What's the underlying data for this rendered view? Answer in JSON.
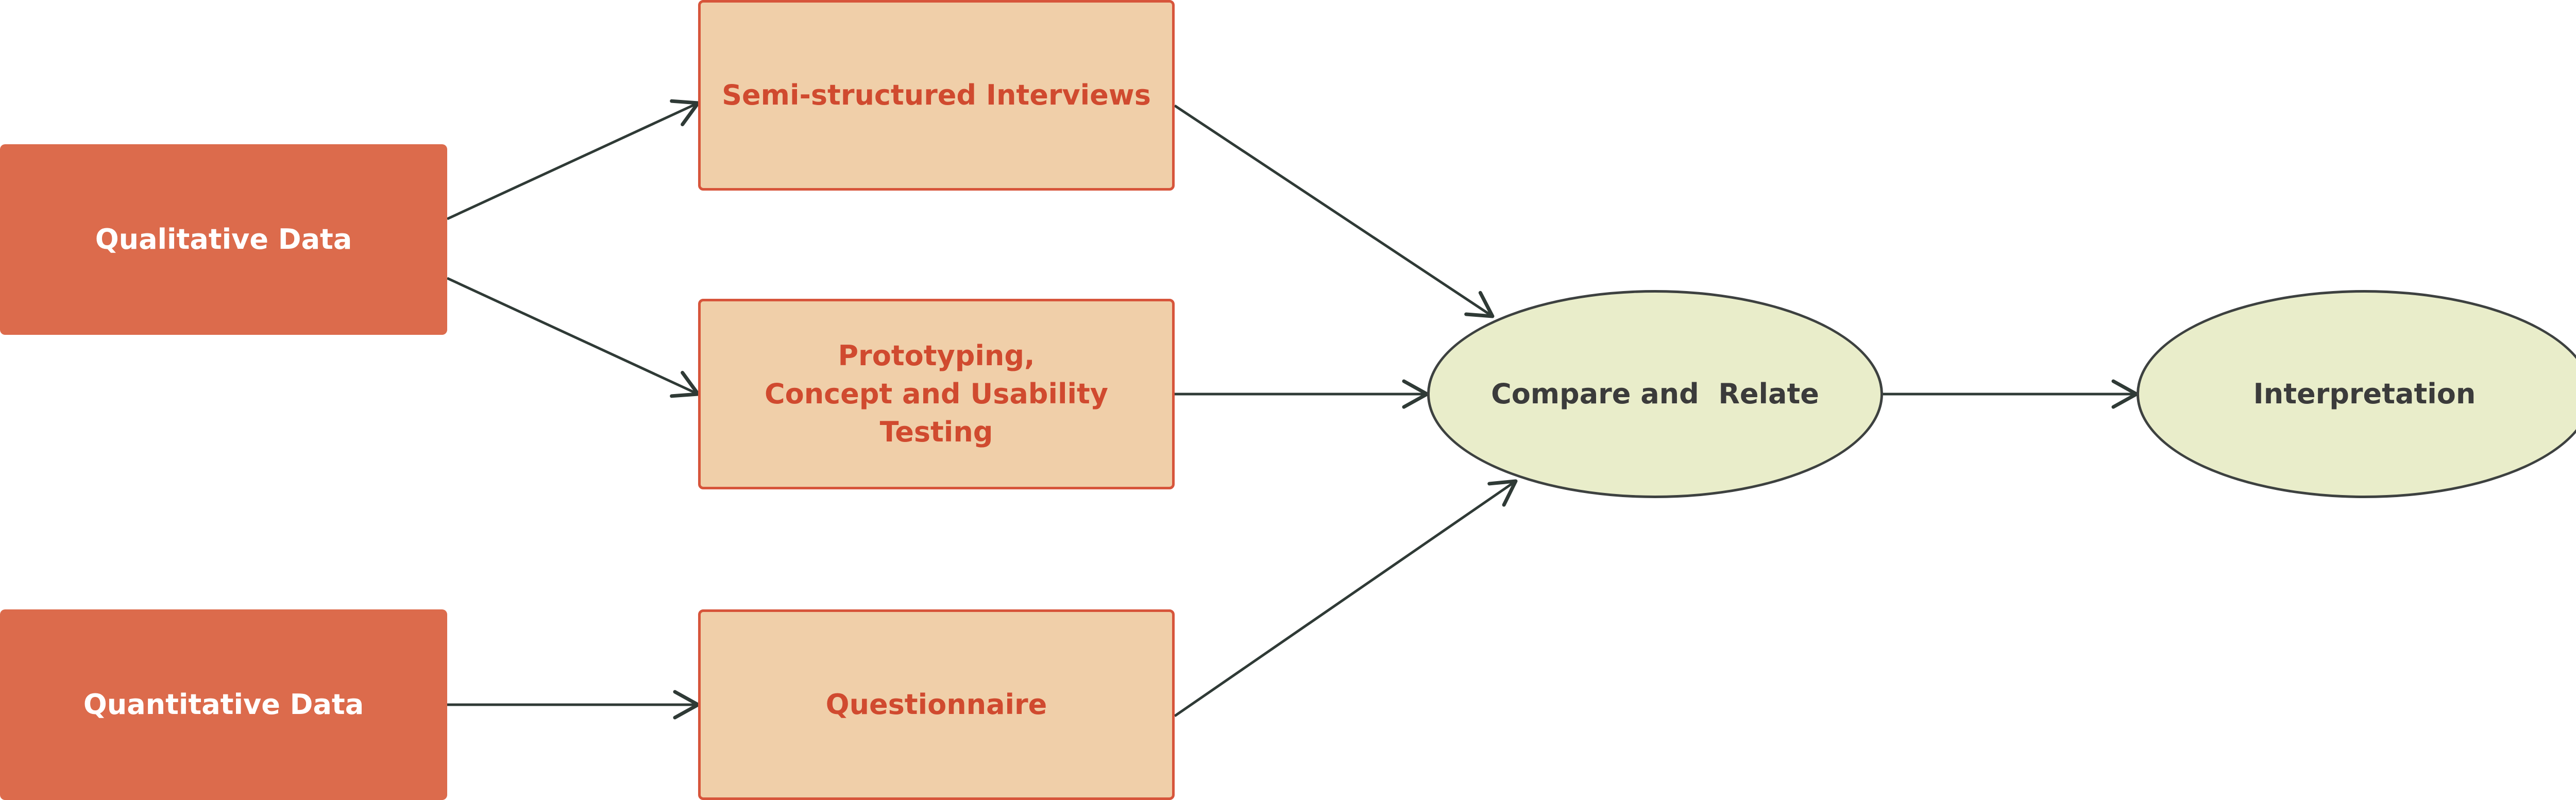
{
  "diagram": {
    "nodes": {
      "qualitative": {
        "label": "Qualitative Data"
      },
      "quantitative": {
        "label": "Quantitative Data"
      },
      "interviews": {
        "label": "Semi-structured Interviews"
      },
      "prototyping": {
        "lines": [
          "Prototyping,",
          "Concept and Usability",
          "Testing"
        ]
      },
      "questionnaire": {
        "label": "Questionnaire"
      },
      "compare": {
        "label": "Compare and  Relate"
      },
      "interpretation": {
        "label": "Interpretation"
      }
    },
    "edges": [
      {
        "from": "qualitative",
        "to": "interviews"
      },
      {
        "from": "qualitative",
        "to": "prototyping"
      },
      {
        "from": "quantitative",
        "to": "questionnaire"
      },
      {
        "from": "interviews",
        "to": "compare"
      },
      {
        "from": "prototyping",
        "to": "compare"
      },
      {
        "from": "questionnaire",
        "to": "compare"
      },
      {
        "from": "compare",
        "to": "interpretation"
      }
    ],
    "colors": {
      "source_fill": "#dc6b4c",
      "source_text": "#ffffff",
      "method_fill": "#f0cfa9",
      "method_border": "#d7553b",
      "method_text": "#d04a2f",
      "process_fill": "#e9edca",
      "process_border": "#3d4140",
      "process_text": "#3b3b3b",
      "connector": "#2f3a36"
    }
  }
}
